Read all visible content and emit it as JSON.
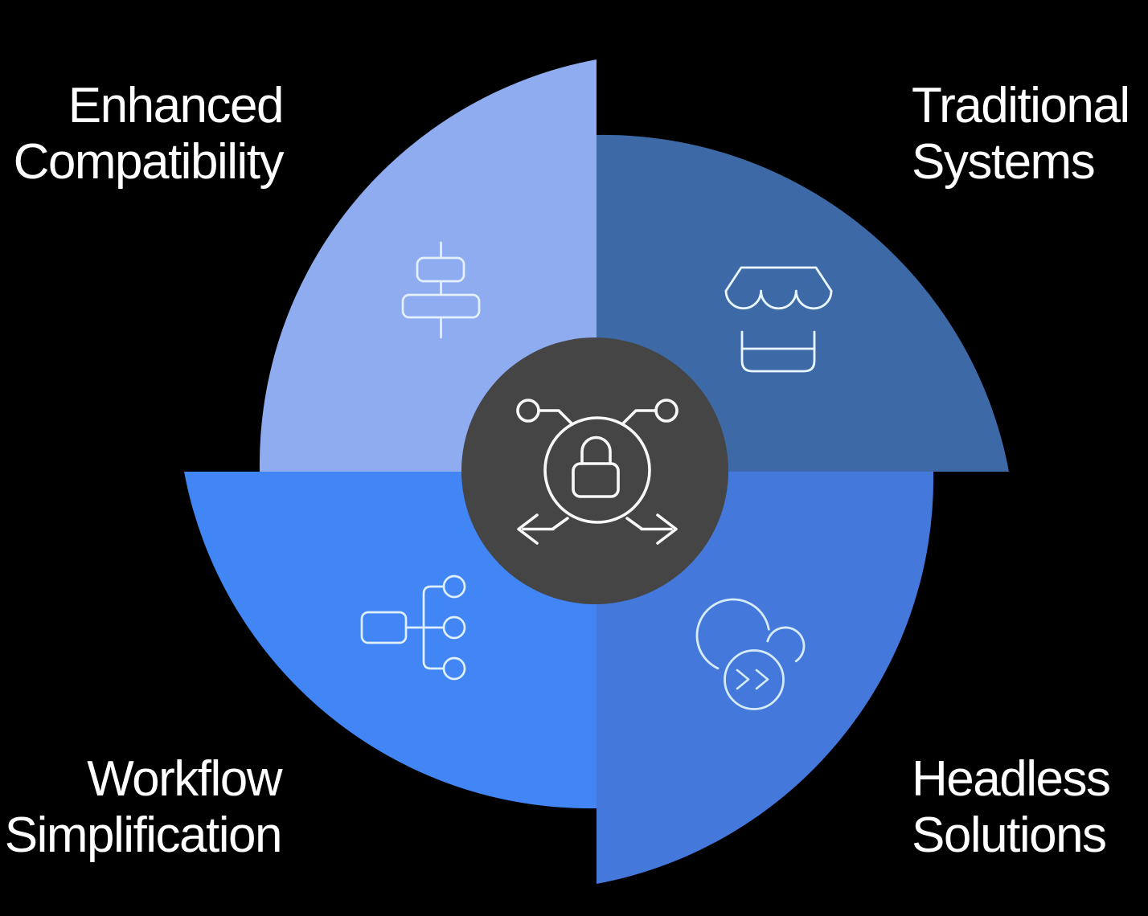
{
  "background_color": "#000000",
  "text_color": "#FFFFFF",
  "hub": {
    "fill": "#454545",
    "icon": "secure-exchange-lock-icon",
    "icon_stroke": "#F8F8F8"
  },
  "quadrants": {
    "top_left": {
      "line1": "Enhanced",
      "line2": "Compatibility",
      "fill": "#8FACF1",
      "icon": "align-center-icon",
      "icon_stroke": "#E4F0FD"
    },
    "top_right": {
      "line1": "Traditional",
      "line2": "Systems",
      "fill": "#3D6AA7",
      "icon": "storefront-icon",
      "icon_stroke": "#EAF6FF"
    },
    "bottom_left": {
      "line1": "Workflow",
      "line2": "Simplification",
      "fill": "#4285F4",
      "icon": "flowchart-icon",
      "icon_stroke": "#DEEFFD"
    },
    "bottom_right": {
      "line1": "Headless",
      "line2": "Solutions",
      "fill": "#4478DB",
      "icon": "cloud-fast-forward-icon",
      "icon_stroke": "#D6EBFA"
    }
  }
}
